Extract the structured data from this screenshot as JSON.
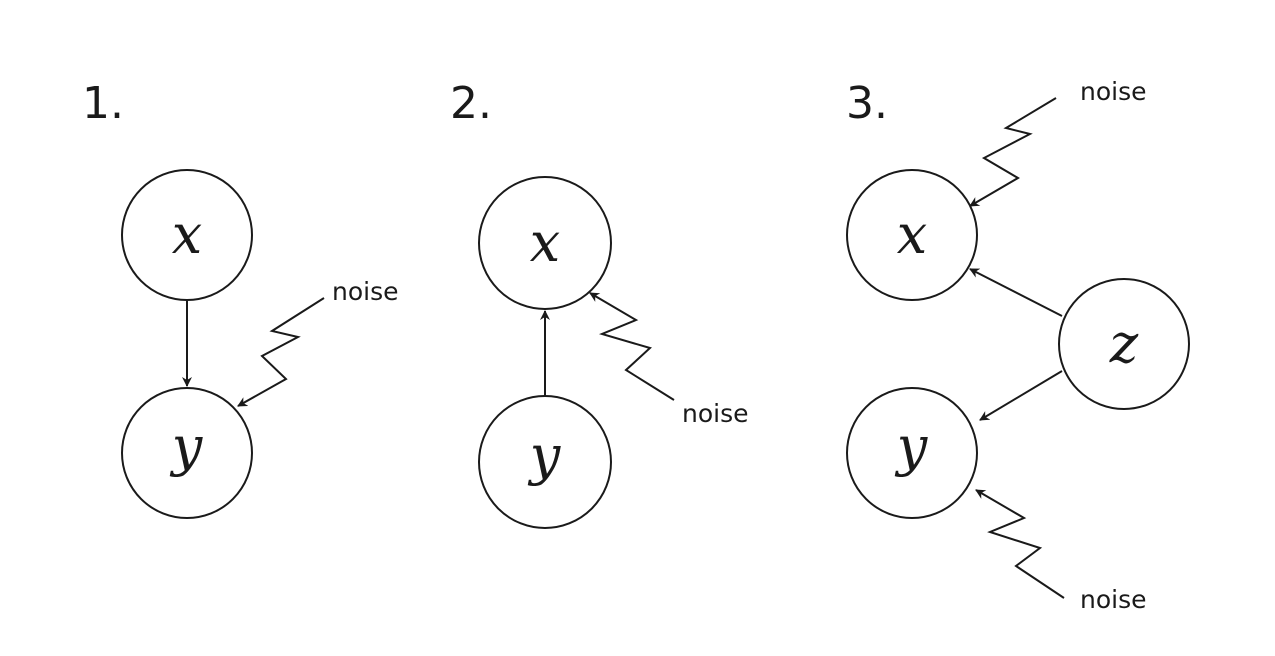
{
  "panels": [
    {
      "label": "1.",
      "nodes": {
        "x": "x",
        "y": "y"
      },
      "noise": [
        "noise"
      ]
    },
    {
      "label": "2.",
      "nodes": {
        "x": "x",
        "y": "y"
      },
      "noise": [
        "noise"
      ]
    },
    {
      "label": "3.",
      "nodes": {
        "x": "x",
        "y": "y",
        "z": "z"
      },
      "noise": [
        "noise",
        "noise"
      ]
    }
  ],
  "edges": [
    {
      "panel": 1,
      "from": "x",
      "to": "y"
    },
    {
      "panel": 1,
      "from": "noise",
      "to": "y"
    },
    {
      "panel": 2,
      "from": "y",
      "to": "x"
    },
    {
      "panel": 2,
      "from": "noise",
      "to": "x"
    },
    {
      "panel": 3,
      "from": "z",
      "to": "x"
    },
    {
      "panel": 3,
      "from": "z",
      "to": "y"
    },
    {
      "panel": 3,
      "from": "noise",
      "to": "x"
    },
    {
      "panel": 3,
      "from": "noise",
      "to": "y"
    }
  ],
  "colors": {
    "stroke": "#1a1a1a",
    "background": "#ffffff"
  }
}
